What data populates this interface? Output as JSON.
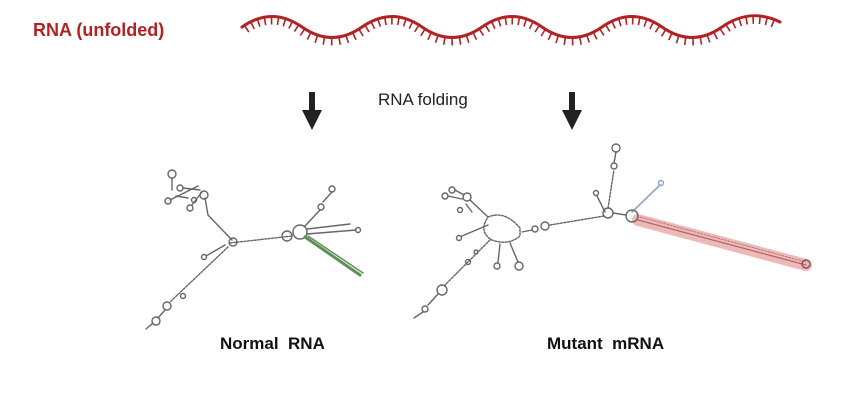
{
  "labels": {
    "rna_unfolded": "RNA (unfolded)",
    "rna_folding": "RNA folding",
    "normal_rna": "Normal  RNA",
    "mutant_mrna": "Mutant  mRNA"
  },
  "colors": {
    "unfolded_strand": "#b22222",
    "arrow": "#222222",
    "structure_stroke": "#666666",
    "structure_dots": "#c08a8a",
    "normal_highlight": "#5f8f58",
    "mutant_highlight": "#e8a0a0",
    "mutant_blue_arm": "#8aa7c8"
  },
  "icons": {
    "unfolded_rna": "wavy-strand-icon",
    "down_arrow": "down-arrow-icon"
  }
}
